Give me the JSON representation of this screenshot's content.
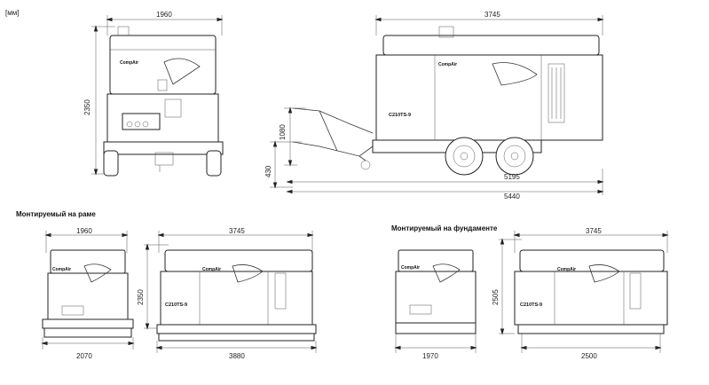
{
  "units_label": "[мм]",
  "captions": {
    "frame": "Монтируемый на раме",
    "foundation": "Монтируемый на фундаменте"
  },
  "brand": "CompAir",
  "model": "C210TS-9",
  "top_front": {
    "width": "1960",
    "height": "2350"
  },
  "top_side": {
    "length": "3745",
    "height_hitch": "1080",
    "height_hitch_low": "430",
    "length_wheels": "5195",
    "length_total": "5440"
  },
  "frame_front": {
    "width_top": "1960",
    "width_bottom": "2070"
  },
  "frame_side": {
    "length_top": "3745",
    "height": "2350",
    "length_bottom": "3880"
  },
  "found_front": {
    "width_bottom": "1970"
  },
  "found_side": {
    "length_top": "3745",
    "height": "2505",
    "length_bottom": "2500"
  }
}
